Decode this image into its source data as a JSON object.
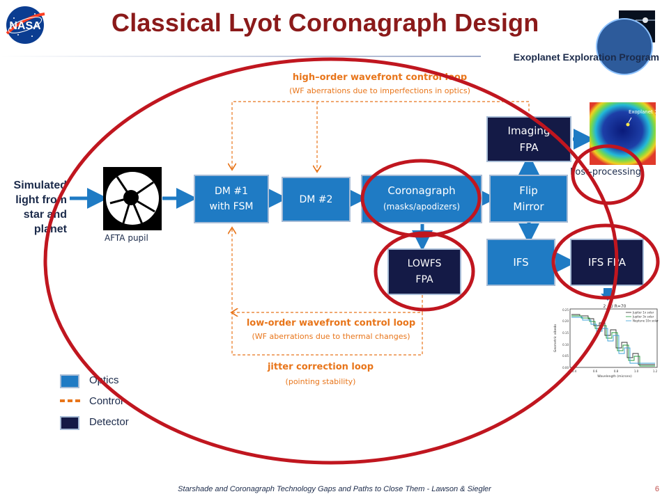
{
  "header": {
    "title": "Classical Lyot Coronagraph Design",
    "program": "Exoplanet Exploration Program",
    "logo_text": "NASA"
  },
  "input": {
    "lines": [
      "Simulated",
      "light from",
      "star and",
      "planet"
    ],
    "pupil_label": "AFTA pupil"
  },
  "blocks": {
    "dm1": [
      "DM #1",
      "with FSM"
    ],
    "dm2": "DM #2",
    "coronagraph": [
      "Coronagraph",
      "(masks/apodizers)"
    ],
    "flip": [
      "Flip",
      "Mirror"
    ],
    "imaging_fpa": [
      "Imaging",
      "FPA"
    ],
    "ifs": "IFS",
    "ifs_fpa": "IFS FPA",
    "lowfs_fpa": [
      "LOWFS",
      "FPA"
    ]
  },
  "loops": {
    "high": {
      "title": "high–order wavefront control loop",
      "sub": "(WF aberrations due to imperfections in optics)"
    },
    "low": {
      "title": "low-order wavefront control loop",
      "sub": "(WF aberrations due to thermal changes)"
    },
    "jitter": {
      "title": "jitter correction loop",
      "sub": "(pointing stability)"
    }
  },
  "postprocessing": {
    "label": "Post-processing",
    "exoplanet_label": "Exoplanet 1"
  },
  "spectrum": {
    "title": "2 AU  R=70",
    "legend": [
      "Jupiter 1x solar",
      "Jupiter 3x solar",
      "Neptune 10x solar"
    ],
    "ylabel": "Geometric albedo",
    "xlabel": "Wavelength (microns)",
    "yticks": [
      "0.25",
      "0.20",
      "0.15",
      "0.10",
      "0.05",
      "0.00"
    ],
    "xticks": [
      "0.4",
      "0.6",
      "0.8",
      "1.0",
      "1.2"
    ]
  },
  "legend": {
    "optics": "Optics",
    "control": "Control",
    "detector": "Detector"
  },
  "footer": {
    "text": "Starshade and Coronagraph Technology Gaps and Paths to Close Them - Lawson & Siegler",
    "page": "6"
  },
  "colors": {
    "optics": "#1f7bc4",
    "detector": "#141a46",
    "control": "#e8751a",
    "highlight": "#c0161f",
    "title": "#8b1a1a"
  }
}
